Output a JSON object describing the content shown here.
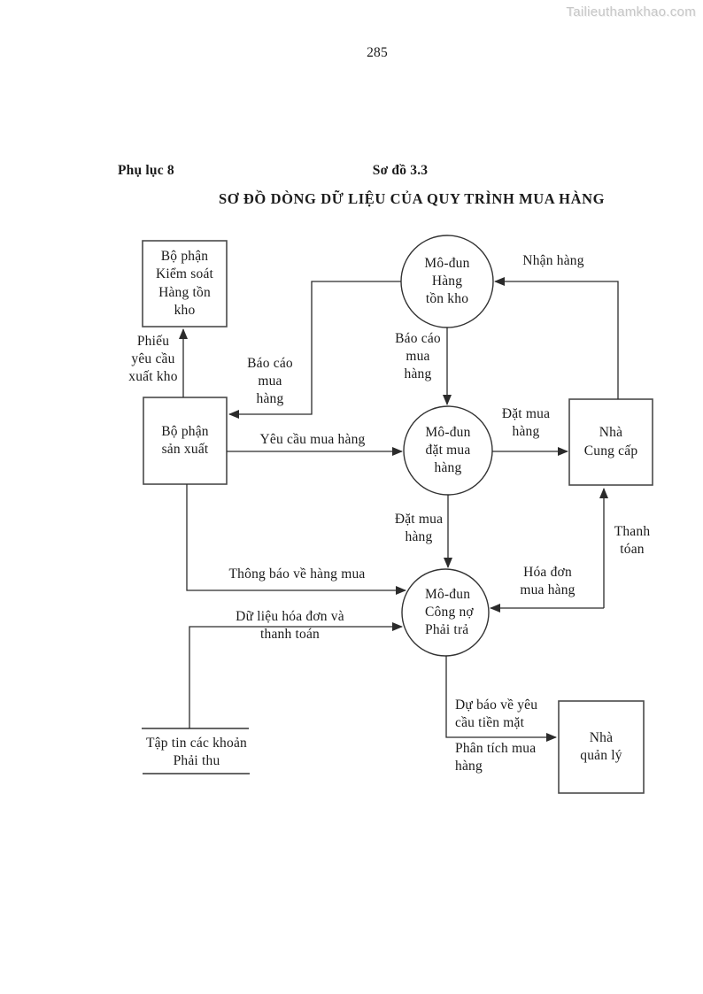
{
  "page": {
    "watermark": "Tailieuthamkhao.com",
    "page_number": "285",
    "appendix_label": "Phụ lục 8",
    "figure_label": "Sơ đồ 3.3",
    "title": "SƠ ĐỒ DÒNG DỮ LIỆU CỦA QUY TRÌNH MUA HÀNG"
  },
  "diagram": {
    "entities": {
      "inventory_control": {
        "lines": [
          "Bộ phận",
          "Kiểm soát",
          "Hàng tồn",
          "kho"
        ]
      },
      "production": {
        "lines": [
          "Bộ phận",
          "sản xuất"
        ]
      },
      "supplier": {
        "lines": [
          "Nhà",
          "Cung cấp"
        ]
      },
      "manager": {
        "lines": [
          "Nhà",
          "quản lý"
        ]
      }
    },
    "processes": {
      "inventory_module": {
        "lines": [
          "Mô-đun",
          "Hàng",
          "tồn kho"
        ]
      },
      "purchase_order_module": {
        "lines": [
          "Mô-đun",
          "đặt mua",
          "hàng"
        ]
      },
      "accounts_payable_module": {
        "lines": [
          "Mô-đun",
          "Công nợ",
          "Phải trả"
        ]
      }
    },
    "data_store": {
      "lines": [
        "Tập tin các khoản",
        "Phải thu"
      ]
    },
    "flow_labels": {
      "receive_goods": {
        "lines": [
          "Nhận hàng"
        ]
      },
      "warehouse_issue_request": {
        "lines": [
          "Phiếu",
          "yêu cầu",
          "xuất kho"
        ]
      },
      "purchase_report_left": {
        "lines": [
          "Báo cáo",
          "mua",
          "hàng"
        ]
      },
      "purchase_report_right": {
        "lines": [
          "Báo cáo",
          "mua",
          "hàng"
        ]
      },
      "purchase_request": {
        "lines": [
          "Yêu cầu mua hàng"
        ]
      },
      "place_order_right": {
        "lines": [
          "Đặt mua",
          "hàng"
        ]
      },
      "place_order_down": {
        "lines": [
          "Đặt mua",
          "hàng"
        ]
      },
      "payment": {
        "lines": [
          "Thanh",
          "tóan"
        ]
      },
      "goods_notice": {
        "lines": [
          "Thông báo về hàng mua"
        ]
      },
      "purchase_invoice": {
        "lines": [
          "Hóa đơn",
          "mua hàng"
        ]
      },
      "invoice_payment_data": {
        "lines": [
          "Dữ liệu hóa đơn và",
          "thanh toán"
        ]
      },
      "cash_forecast": {
        "lines": [
          "Dự báo về yêu",
          "cầu tiền mặt",
          "Phân tích mua",
          "hàng"
        ]
      }
    }
  },
  "colors": {
    "line": "#2b2b2b",
    "box_stroke": "#4a4a4a",
    "text": "#1b1b1b",
    "watermark": "#c7c7c7",
    "background": "#ffffff"
  }
}
